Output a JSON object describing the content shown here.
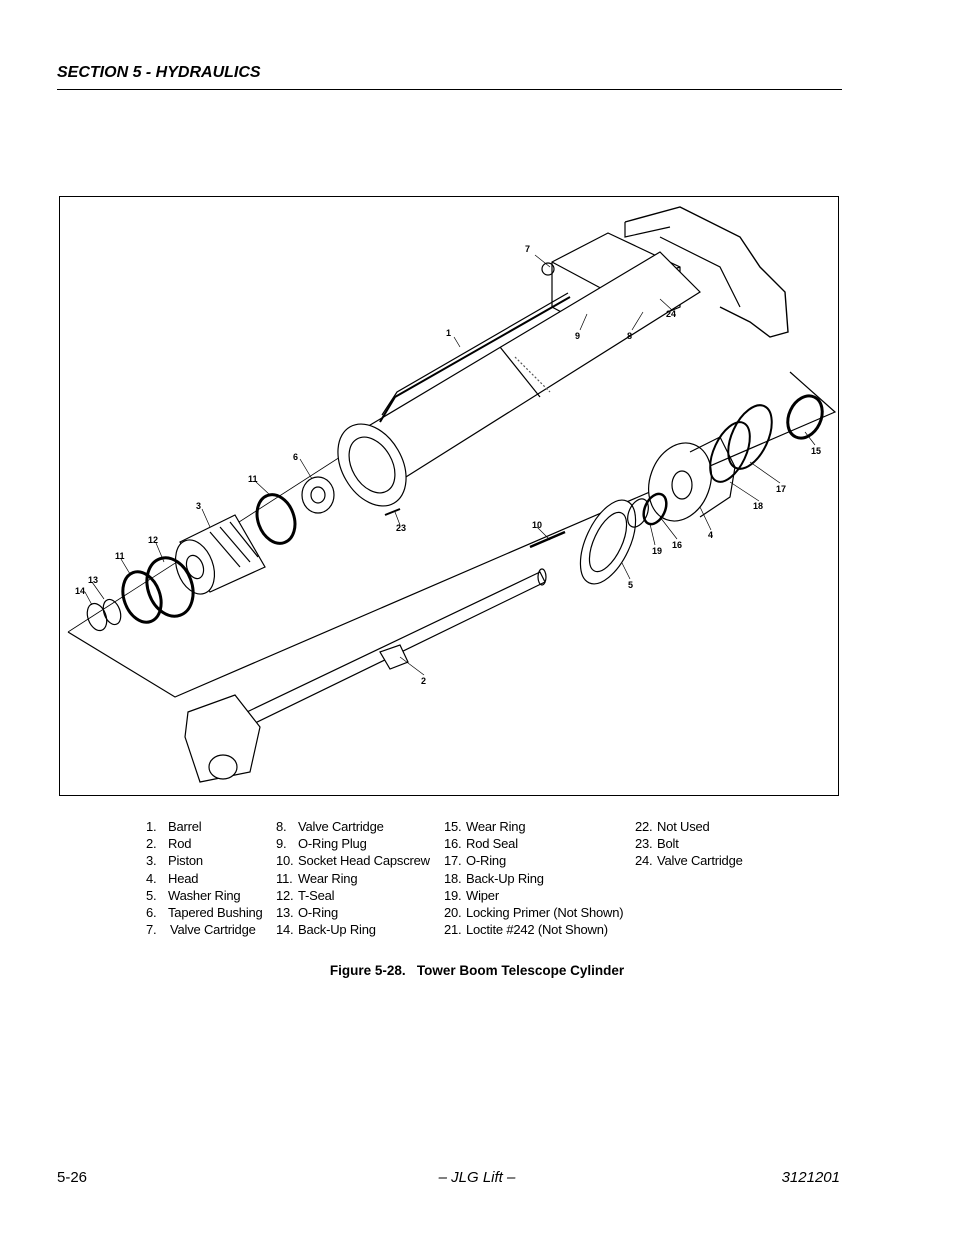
{
  "header": {
    "section_title": "SECTION 5 - HYDRAULICS"
  },
  "figure": {
    "callouts": [
      "1",
      "2",
      "3",
      "4",
      "5",
      "6",
      "7",
      "8",
      "9",
      "10",
      "11",
      "11",
      "12",
      "13",
      "14",
      "15",
      "16",
      "17",
      "18",
      "19",
      "23",
      "24"
    ]
  },
  "legend": {
    "columns": [
      [
        {
          "num": "1.",
          "label": "Barrel"
        },
        {
          "num": "2.",
          "label": "Rod"
        },
        {
          "num": "3.",
          "label": "Piston"
        },
        {
          "num": "4.",
          "label": "Head"
        },
        {
          "num": "5.",
          "label": "Washer Ring"
        },
        {
          "num": "6.",
          "label": "Tapered Bushing"
        },
        {
          "num": "7.",
          "label": "Valve Cartridge"
        }
      ],
      [
        {
          "num": "8.",
          "label": "Valve Cartridge"
        },
        {
          "num": "9.",
          "label": "O-Ring Plug"
        },
        {
          "num": "10.",
          "label": "Socket Head Capscrew"
        },
        {
          "num": "11.",
          "label": "Wear Ring"
        },
        {
          "num": "12.",
          "label": "T-Seal"
        },
        {
          "num": "13.",
          "label": "O-Ring"
        },
        {
          "num": "14.",
          "label": "Back-Up Ring"
        }
      ],
      [
        {
          "num": "15.",
          "label": "Wear Ring"
        },
        {
          "num": "16.",
          "label": "Rod Seal"
        },
        {
          "num": "17.",
          "label": "O-Ring"
        },
        {
          "num": "18.",
          "label": "Back-Up Ring"
        },
        {
          "num": "19.",
          "label": "Wiper"
        },
        {
          "num": "20.",
          "label": "Locking Primer (Not Shown)"
        },
        {
          "num": "21.",
          "label": "Loctite #242 (Not Shown)"
        }
      ],
      [
        {
          "num": "22.",
          "label": "Not Used"
        },
        {
          "num": "23.",
          "label": "Bolt"
        },
        {
          "num": "24.",
          "label": "Valve Cartridge"
        }
      ]
    ]
  },
  "caption": {
    "figure_number": "Figure 5-28.",
    "title": "Tower Boom Telescope Cylinder"
  },
  "footer": {
    "page_number": "5-26",
    "publisher": "– JLG Lift –",
    "doc_number": "3121201"
  }
}
